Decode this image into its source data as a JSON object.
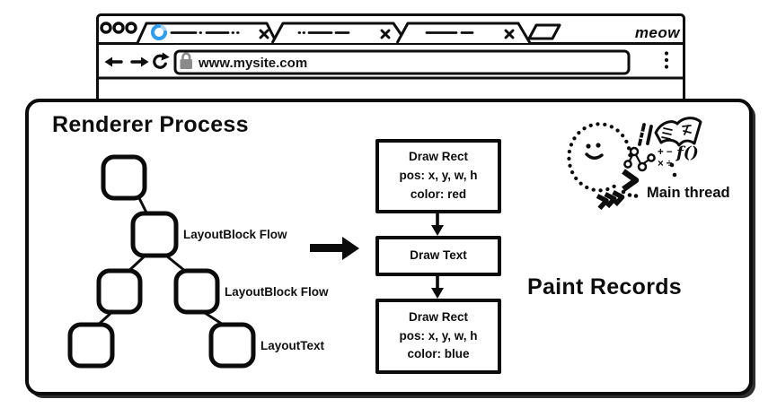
{
  "browser": {
    "brand": "meow",
    "url": "www.mysite.com",
    "tab_count": 3,
    "icons": {
      "tab_close": "x",
      "spinner": "loading-spinner",
      "new_tab": "new-tab-parallelogram",
      "back": "left-arrow",
      "forward": "right-arrow",
      "reload": "reload-arrow",
      "lock": "padlock",
      "menu": "three-dot-menu"
    }
  },
  "renderer": {
    "title": "Renderer Process",
    "tree": {
      "labels": [
        "LayoutBlock Flow",
        "LayoutBlock Flow",
        "LayoutText"
      ]
    },
    "paint": {
      "title": "Paint Records",
      "records": [
        {
          "line1": "Draw Rect",
          "line2": "pos: x, y, w, h",
          "line3": "color: red"
        },
        {
          "line1": "Draw Text"
        },
        {
          "line1": "Draw Rect",
          "line2": "pos: x, y, w, h",
          "line3": "color: blue"
        }
      ]
    },
    "main_thread_label": "Main thread",
    "doodle": {
      "fn": "f()",
      "plus_minus": "+ −",
      "times_divide": "× ÷"
    }
  },
  "colors": {
    "ink": "#0d0d0d",
    "spinner_blue": "#2f9ced",
    "spinner_light": "#a9d3f7",
    "lock_gray": "#8a8a8a"
  }
}
